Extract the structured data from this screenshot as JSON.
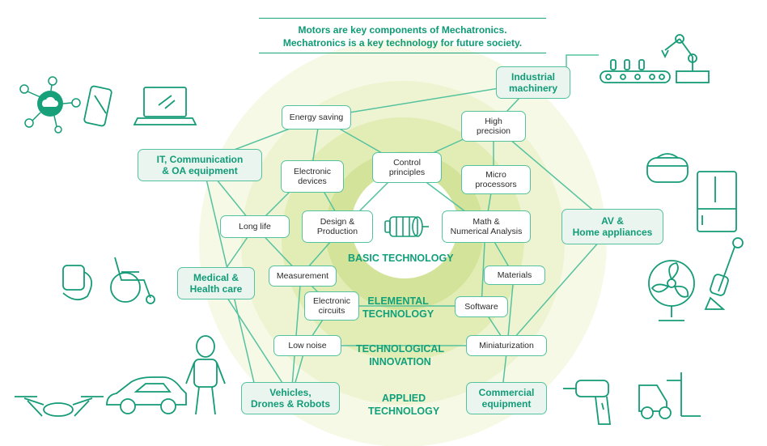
{
  "header": {
    "line1": "Motors are key components of Mechatronics.",
    "line2": "Mechatronics is a key technology for future society."
  },
  "rings": {
    "basic": "BASIC TECHNOLOGY",
    "elemental_1": "ELEMENTAL",
    "elemental_2": "TECHNOLOGY",
    "innovation_1": "TECHNOLOGICAL",
    "innovation_2": "INNOVATION",
    "applied_1": "APPLIED",
    "applied_2": "TECHNOLOGY"
  },
  "basic_nodes": {
    "control_1": "Control",
    "control_2": "principles",
    "design_1": "Design &",
    "design_2": "Production",
    "math_1": "Math &",
    "math_2": "Numerical Analysis"
  },
  "elemental_nodes": {
    "energy": "Energy saving",
    "electronic_devices_1": "Electronic",
    "electronic_devices_2": "devices",
    "high_precision_1": "High",
    "high_precision_2": "precision",
    "micro_1": "Micro",
    "micro_2": "processors",
    "long_life": "Long life",
    "measurement": "Measurement",
    "circuits_1": "Electronic",
    "circuits_2": "circuits",
    "materials": "Materials",
    "software": "Software",
    "low_noise": "Low noise",
    "miniaturization": "Miniaturization"
  },
  "applied_nodes": {
    "industrial_1": "Industrial",
    "industrial_2": "machinery",
    "it_1": "IT, Communication",
    "it_2": "& OA equipment",
    "av_1": "AV &",
    "av_2": "Home appliances",
    "medical_1": "Medical &",
    "medical_2": "Health care",
    "vehicles_1": "Vehicles,",
    "vehicles_2": "Drones & Robots",
    "commercial_1": "Commercial",
    "commercial_2": "equipment"
  },
  "colors": {
    "accent": "#19a47c",
    "line": "#55c29f",
    "ring_outer": "#f6f9e6",
    "ring_2": "#eef4d2",
    "ring_3": "#e2edb5",
    "ring_4": "#d3e49a",
    "icon_stroke": "#159b77"
  },
  "icons": [
    "cloud-network-icon",
    "smartphone-icon",
    "laptop-icon",
    "industrial-robot-arm-icon",
    "conveyor-belt-icon",
    "vr-headset-icon",
    "refrigerator-icon",
    "electric-fan-icon",
    "vacuum-cleaner-icon",
    "smartwatch-icon",
    "wheelchair-icon",
    "humanoid-robot-icon",
    "drone-icon",
    "car-icon",
    "power-drill-icon",
    "forklift-icon",
    "motor-icon"
  ]
}
